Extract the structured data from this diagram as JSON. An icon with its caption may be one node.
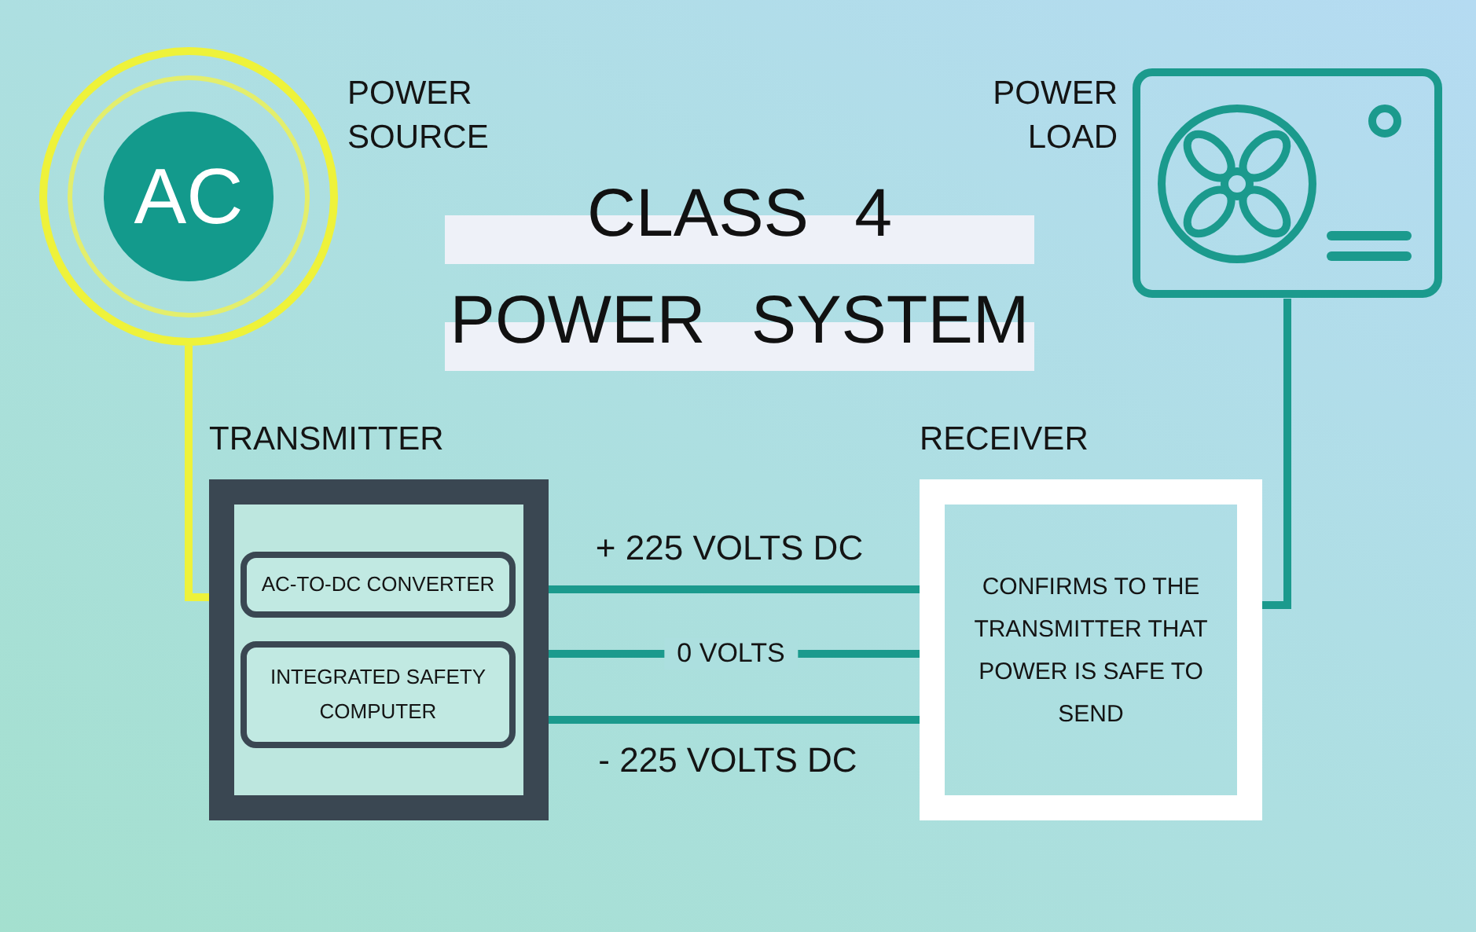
{
  "diagram": {
    "title": "CLASS 4 POWER SYSTEM",
    "nodes": [
      {
        "text": [
          "AC"
        ],
        "beside": [
          "POWER SOURCE"
        ]
      },
      {
        "text": [],
        "shape": "picture",
        "beside": [
          "POWER LOAD"
        ]
      },
      {
        "text": [
          "TRANSMITTER"
        ]
      },
      {
        "text": [
          "AC-TO-DC CONVERTER"
        ],
        "in": 2
      },
      {
        "text": [
          "INTEGRATED SAFETY COMPUTER"
        ],
        "in": 2
      },
      {
        "text": [
          "RECEIVER",
          "CONFIRMS TO THE TRANSMITTER THAT POWER IS SAFE TO SEND"
        ]
      }
    ],
    "edges": [
      {
        "from": 0,
        "to": 2,
        "arrow": "none",
        "color": "#eef23a"
      },
      {
        "from": 2,
        "to": 5,
        "arrow": "none",
        "label": "+ 225 VOLTS DC"
      },
      {
        "from": 2,
        "to": 5,
        "arrow": "none",
        "label": "0 VOLTS"
      },
      {
        "from": 2,
        "to": 5,
        "arrow": "none",
        "label": "- 225 VOLTS DC"
      },
      {
        "from": 5,
        "to": 1,
        "arrow": "none"
      }
    ]
  }
}
